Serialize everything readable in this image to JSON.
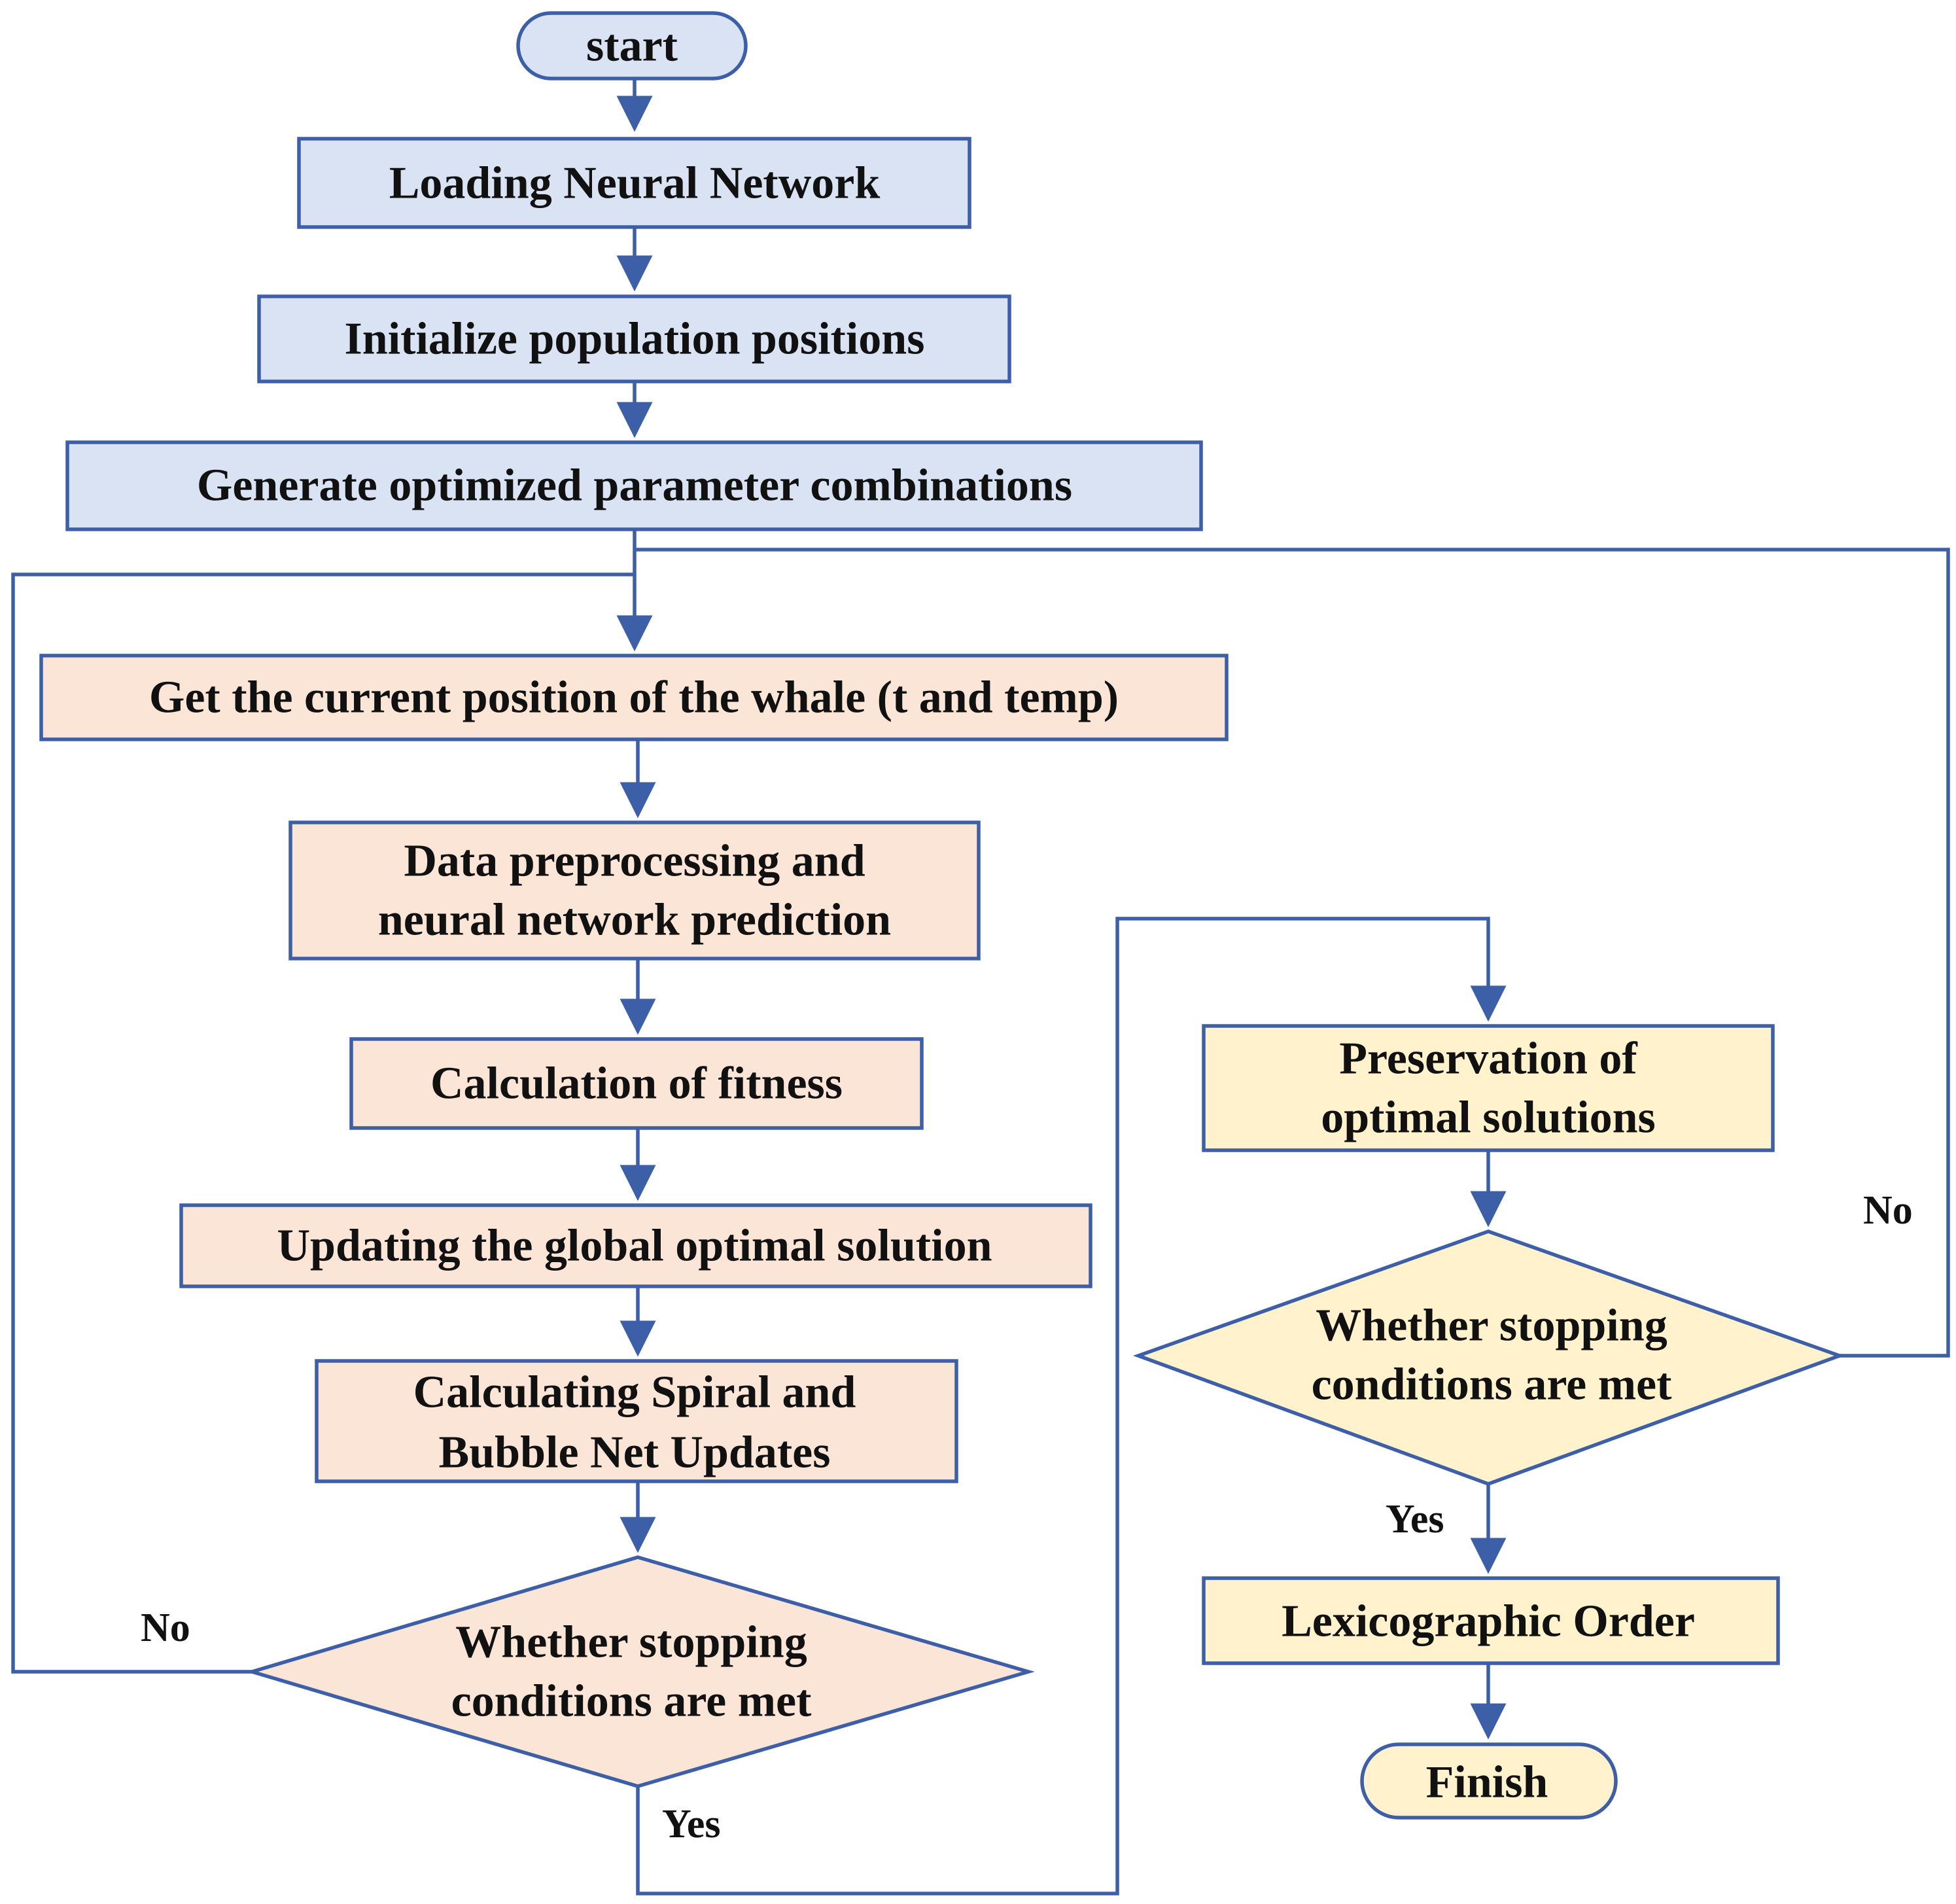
{
  "nodes": {
    "start": "start",
    "load_nn": "Loading Neural Network",
    "init_pop": "Initialize population positions",
    "gen_params": "Generate optimized parameter combinations",
    "get_position": "Get the current position of the whale (t and temp)",
    "preprocess": [
      "Data preprocessing and",
      "neural network prediction"
    ],
    "fitness": "Calculation of fitness",
    "update_global": "Updating the global optimal solution",
    "spiral": [
      "Calculating Spiral and",
      "Bubble Net Updates"
    ],
    "stop_check_1": [
      "Whether stopping",
      "conditions are met"
    ],
    "preserve": [
      "Preservation of",
      "optimal solutions"
    ],
    "stop_check_2": [
      "Whether stopping",
      "conditions are met"
    ],
    "lexico": "Lexicographic Order",
    "finish": "Finish"
  },
  "edge_labels": {
    "no_left": "No",
    "yes_bottom": "Yes",
    "no_right": "No",
    "yes_right": "Yes"
  },
  "colors": {
    "stroke": "#3d5fa8",
    "blue_fill": "#dae3f3",
    "peach_fill": "#fbe5d6",
    "yellow_fill": "#fff2cc"
  }
}
